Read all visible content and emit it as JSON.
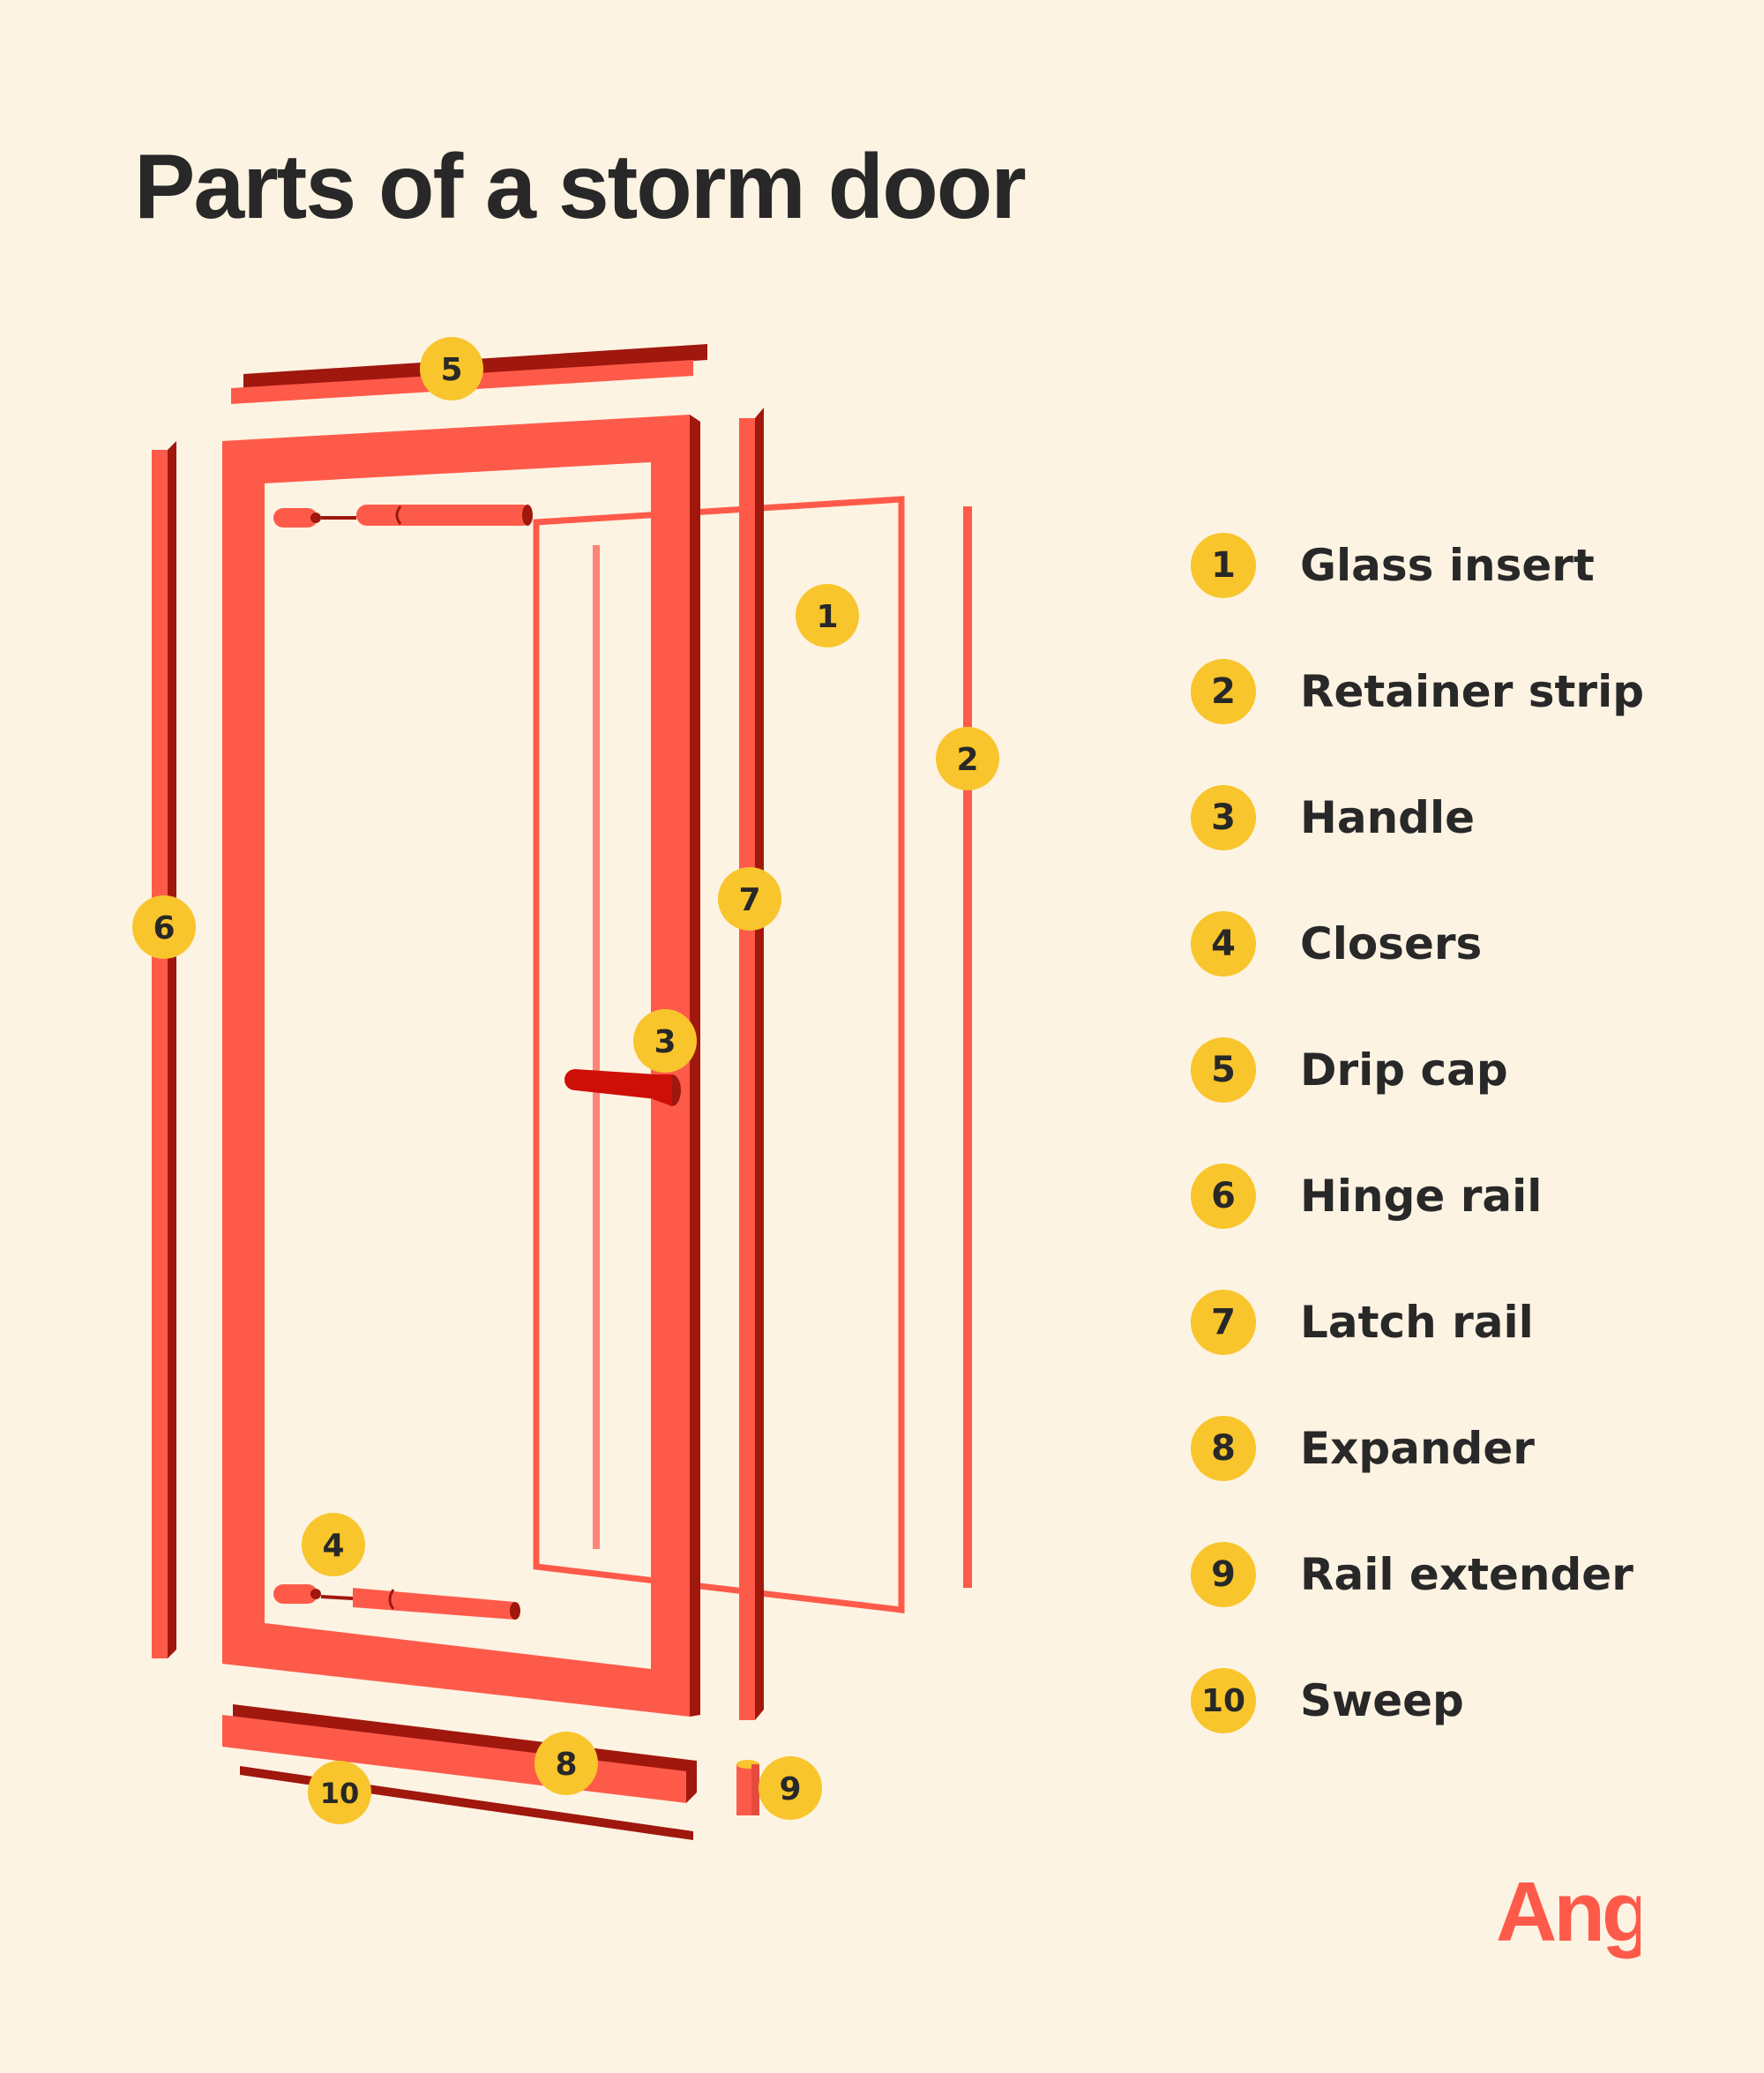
{
  "title": "Parts of a storm door",
  "callouts": [
    "1",
    "2",
    "3",
    "4",
    "5",
    "6",
    "7",
    "8",
    "9",
    "10"
  ],
  "legend": [
    {
      "number": "1",
      "label": "Glass insert"
    },
    {
      "number": "2",
      "label": "Retainer strip"
    },
    {
      "number": "3",
      "label": "Handle"
    },
    {
      "number": "4",
      "label": "Closers"
    },
    {
      "number": "5",
      "label": "Drip cap"
    },
    {
      "number": "6",
      "label": "Hinge rail"
    },
    {
      "number": "7",
      "label": "Latch rail"
    },
    {
      "number": "8",
      "label": "Expander"
    },
    {
      "number": "9",
      "label": "Rail extender"
    },
    {
      "number": "10",
      "label": "Sweep"
    }
  ],
  "logo": "Angi",
  "colors": {
    "background": "#fdf3e3",
    "part": "#fe5a4a",
    "part_dark": "#a0170e",
    "badge": "#f8c52c",
    "text": "#282828"
  }
}
